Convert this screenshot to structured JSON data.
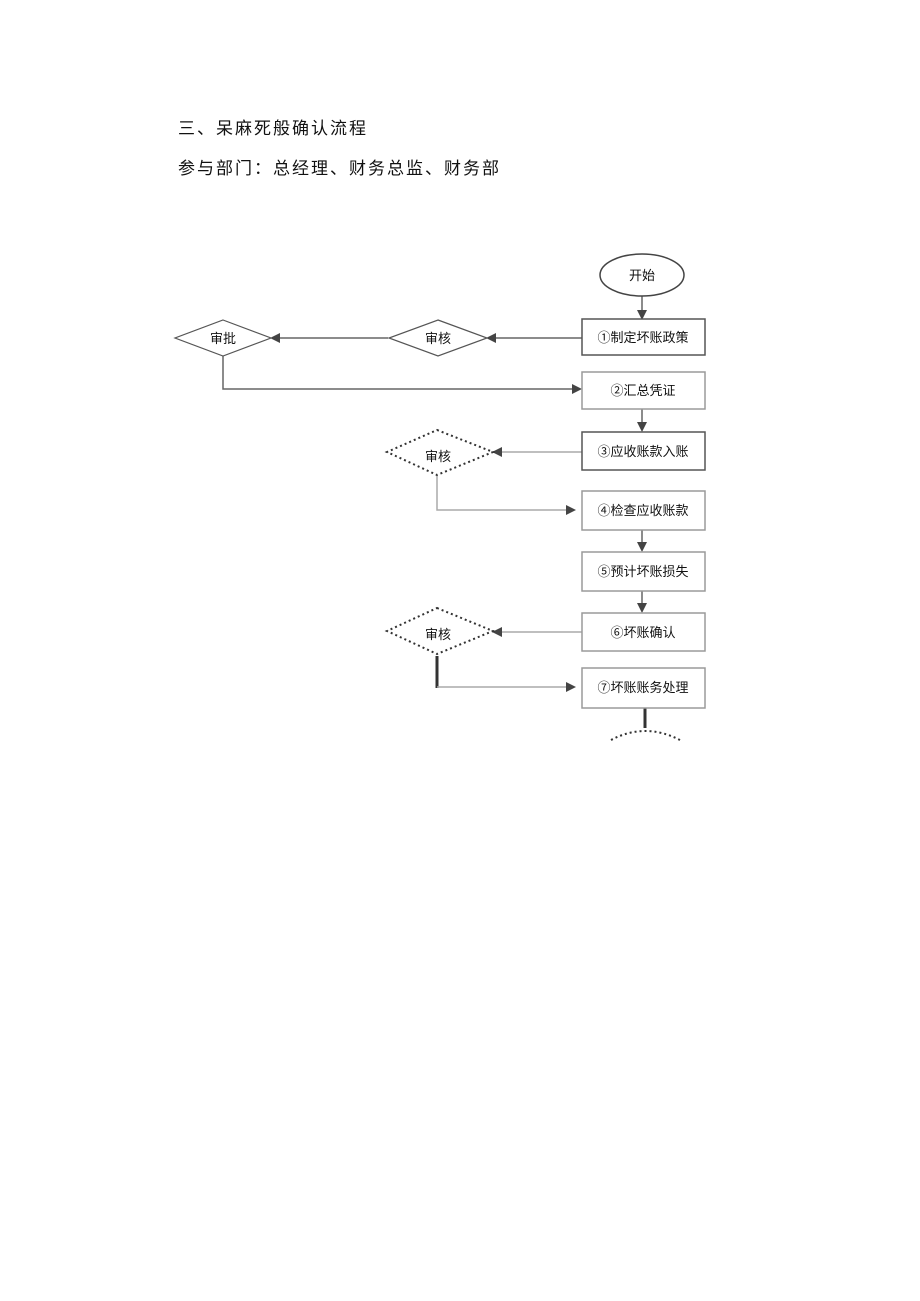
{
  "heading": {
    "title": "三、呆麻死般确认流程",
    "departments": "参与部门：总经理、财务总监、财务部"
  },
  "flowchart": {
    "start": "开始",
    "steps": [
      "①制定坏账政策",
      "②汇总凭证",
      "③应收账款入账",
      "④检查应收账款",
      "⑤预计坏账损失",
      "⑥坏账确认",
      "⑦坏账账务处理"
    ],
    "decisions": {
      "approve": "审批",
      "review_1": "审核",
      "review_2": "审核",
      "review_3": "审核"
    }
  }
}
